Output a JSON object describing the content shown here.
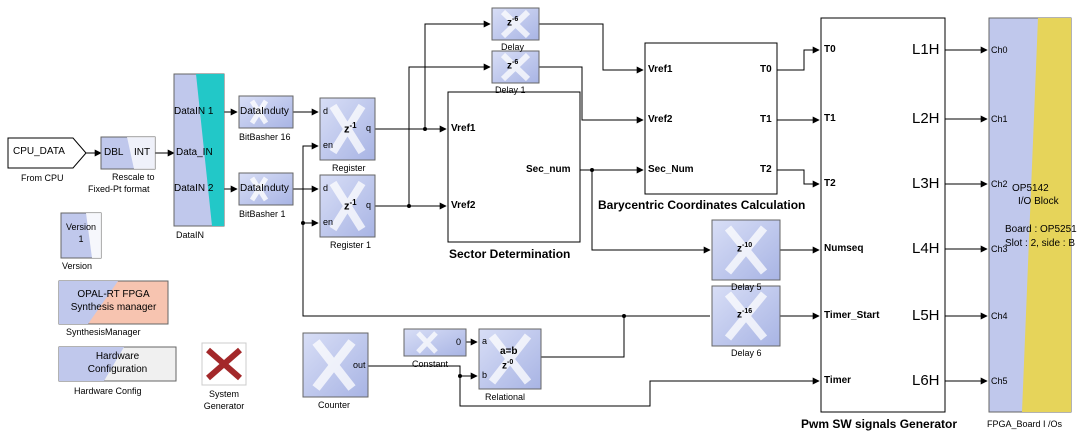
{
  "blocks": {
    "cpu_data": {
      "text": "CPU_DATA",
      "caption": "From CPU"
    },
    "rescale": {
      "in": "DBL",
      "out": "INT",
      "caption1": "Rescale to",
      "caption2": "Fixed-Pt  format"
    },
    "datain": {
      "p1": "DataIN 1",
      "p2": "Data_IN",
      "p3": "DataIN 2",
      "caption": "DataIN"
    },
    "bitbasher16": {
      "in": "DataIn",
      "out": "duty",
      "caption": "BitBasher 16"
    },
    "bitbasher1": {
      "in": "DataIn",
      "out": "duty",
      "caption": "BitBasher 1"
    },
    "register": {
      "d": "d",
      "en": "en",
      "q": "q",
      "z": "z",
      "exp": "-1",
      "caption": "Register"
    },
    "register1": {
      "d": "d",
      "en": "en",
      "q": "q",
      "z": "z",
      "exp": "-1",
      "caption": "Register 1"
    },
    "delay_top": {
      "z": "z",
      "exp": "-6",
      "caption": "Delay"
    },
    "delay1": {
      "z": "z",
      "exp": "-6",
      "caption": "Delay 1"
    },
    "sector": {
      "in1": "Vref1",
      "in2": "Vref2",
      "out": "Sec_num",
      "caption": "Sector Determination"
    },
    "bary": {
      "in1": "Vref1",
      "in2": "Vref2",
      "in3": "Sec_Num",
      "o1": "T0",
      "o2": "T1",
      "o3": "T2",
      "caption": "Barycentric Coordinates Calculation"
    },
    "delay5": {
      "z": "z",
      "exp": "-10",
      "caption": "Delay 5"
    },
    "delay6": {
      "z": "z",
      "exp": "-16",
      "caption": "Delay 6"
    },
    "pwm": {
      "i1": "T0",
      "i2": "T1",
      "i3": "T2",
      "i4": "Numseq",
      "i5": "Timer_Start",
      "i6": "Timer",
      "o1": "L1H",
      "o2": "L2H",
      "o3": "L3H",
      "o4": "L4H",
      "o5": "L5H",
      "o6": "L6H",
      "caption": "Pwm SW signals Generator"
    },
    "fpga": {
      "c0": "Ch0",
      "c1": "Ch1",
      "c2": "Ch2",
      "c3": "Ch3",
      "c4": "Ch4",
      "c5": "Ch5",
      "t1": "OP5142",
      "t2": "I/O Block",
      "t3": "Board : OP5251",
      "t4": "Slot : 2, side : B",
      "caption": "FPGA_Board I /Os"
    },
    "version": {
      "t1": "Version",
      "t2": "1",
      "caption": "Version"
    },
    "synth": {
      "t1": "OPAL-RT FPGA",
      "t2": "Synthesis manager",
      "caption": "SynthesisManager"
    },
    "hwconfig": {
      "t1": "Hardware",
      "t2": "Configuration",
      "caption": "Hardware Config"
    },
    "sysgen": {
      "caption1": "System",
      "caption2": "Generator"
    },
    "counter": {
      "out": "out",
      "caption": "Counter"
    },
    "constant": {
      "val": "0",
      "caption": "Constant"
    },
    "relational": {
      "a": "a",
      "b": "b",
      "op": "a=b",
      "z": "z",
      "exp": "-0",
      "caption": "Relational"
    }
  },
  "colors": {
    "block": "#c0c8ec",
    "teal": "#22c8c8",
    "yellow": "#e6d45a",
    "salmon": "#f7c4b0",
    "sysgen": "#a3282a"
  }
}
